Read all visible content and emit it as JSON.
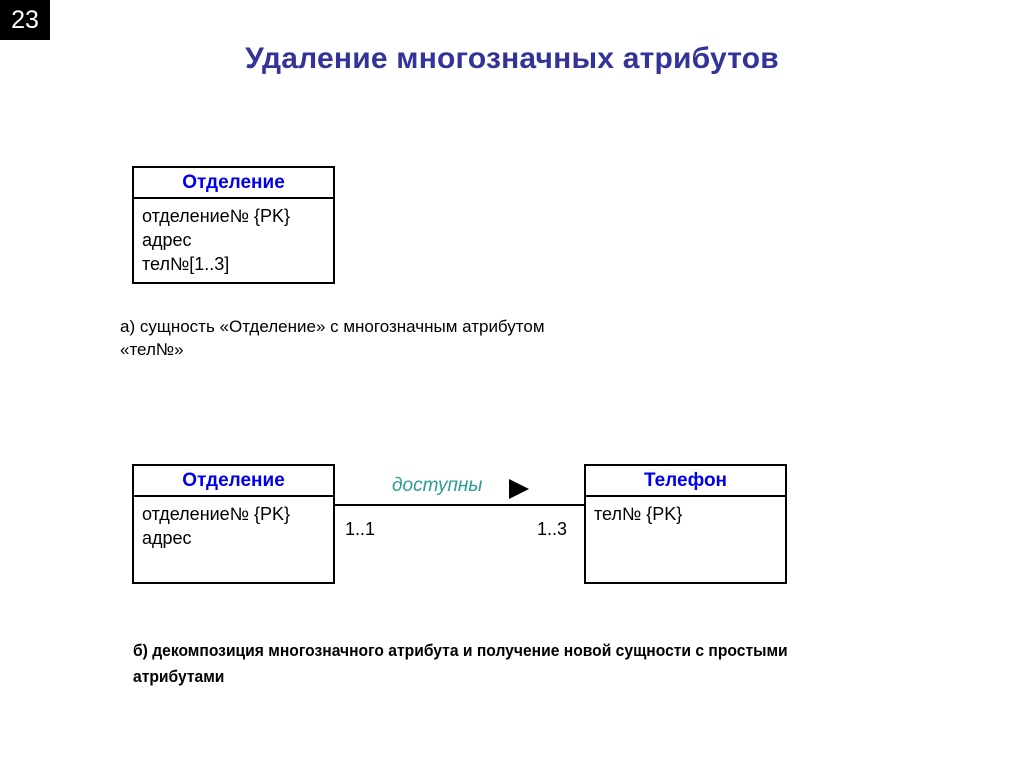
{
  "slide": {
    "page_number": "23",
    "title": "Удаление многозначных атрибутов",
    "title_color": "#333399",
    "background_color": "#ffffff"
  },
  "figure_a": {
    "entity": {
      "name": "Отделение",
      "name_color": "#0000ee",
      "attributes": [
        "отделение№ {PK}",
        "адрес",
        "тел№[1..3]"
      ]
    },
    "caption": "а) сущность «Отделение» с многозначным атрибутом «тел№»"
  },
  "figure_b": {
    "left_entity": {
      "name": "Отделение",
      "name_color": "#0000ee",
      "attributes": [
        "отделение№ {PK}",
        "адрес"
      ]
    },
    "right_entity": {
      "name": "Телефон",
      "name_color": "#0000ee",
      "attributes": [
        "тел№ {PK}"
      ]
    },
    "relationship": {
      "label": "доступны",
      "label_color": "#2a9d92",
      "direction_marker": "triangle-right-icon",
      "multiplicity_left": "1..1",
      "multiplicity_right": "1..3"
    },
    "caption": "б) декомпозиция многозначного атрибута и получение новой сущности с простыми атрибутами"
  }
}
